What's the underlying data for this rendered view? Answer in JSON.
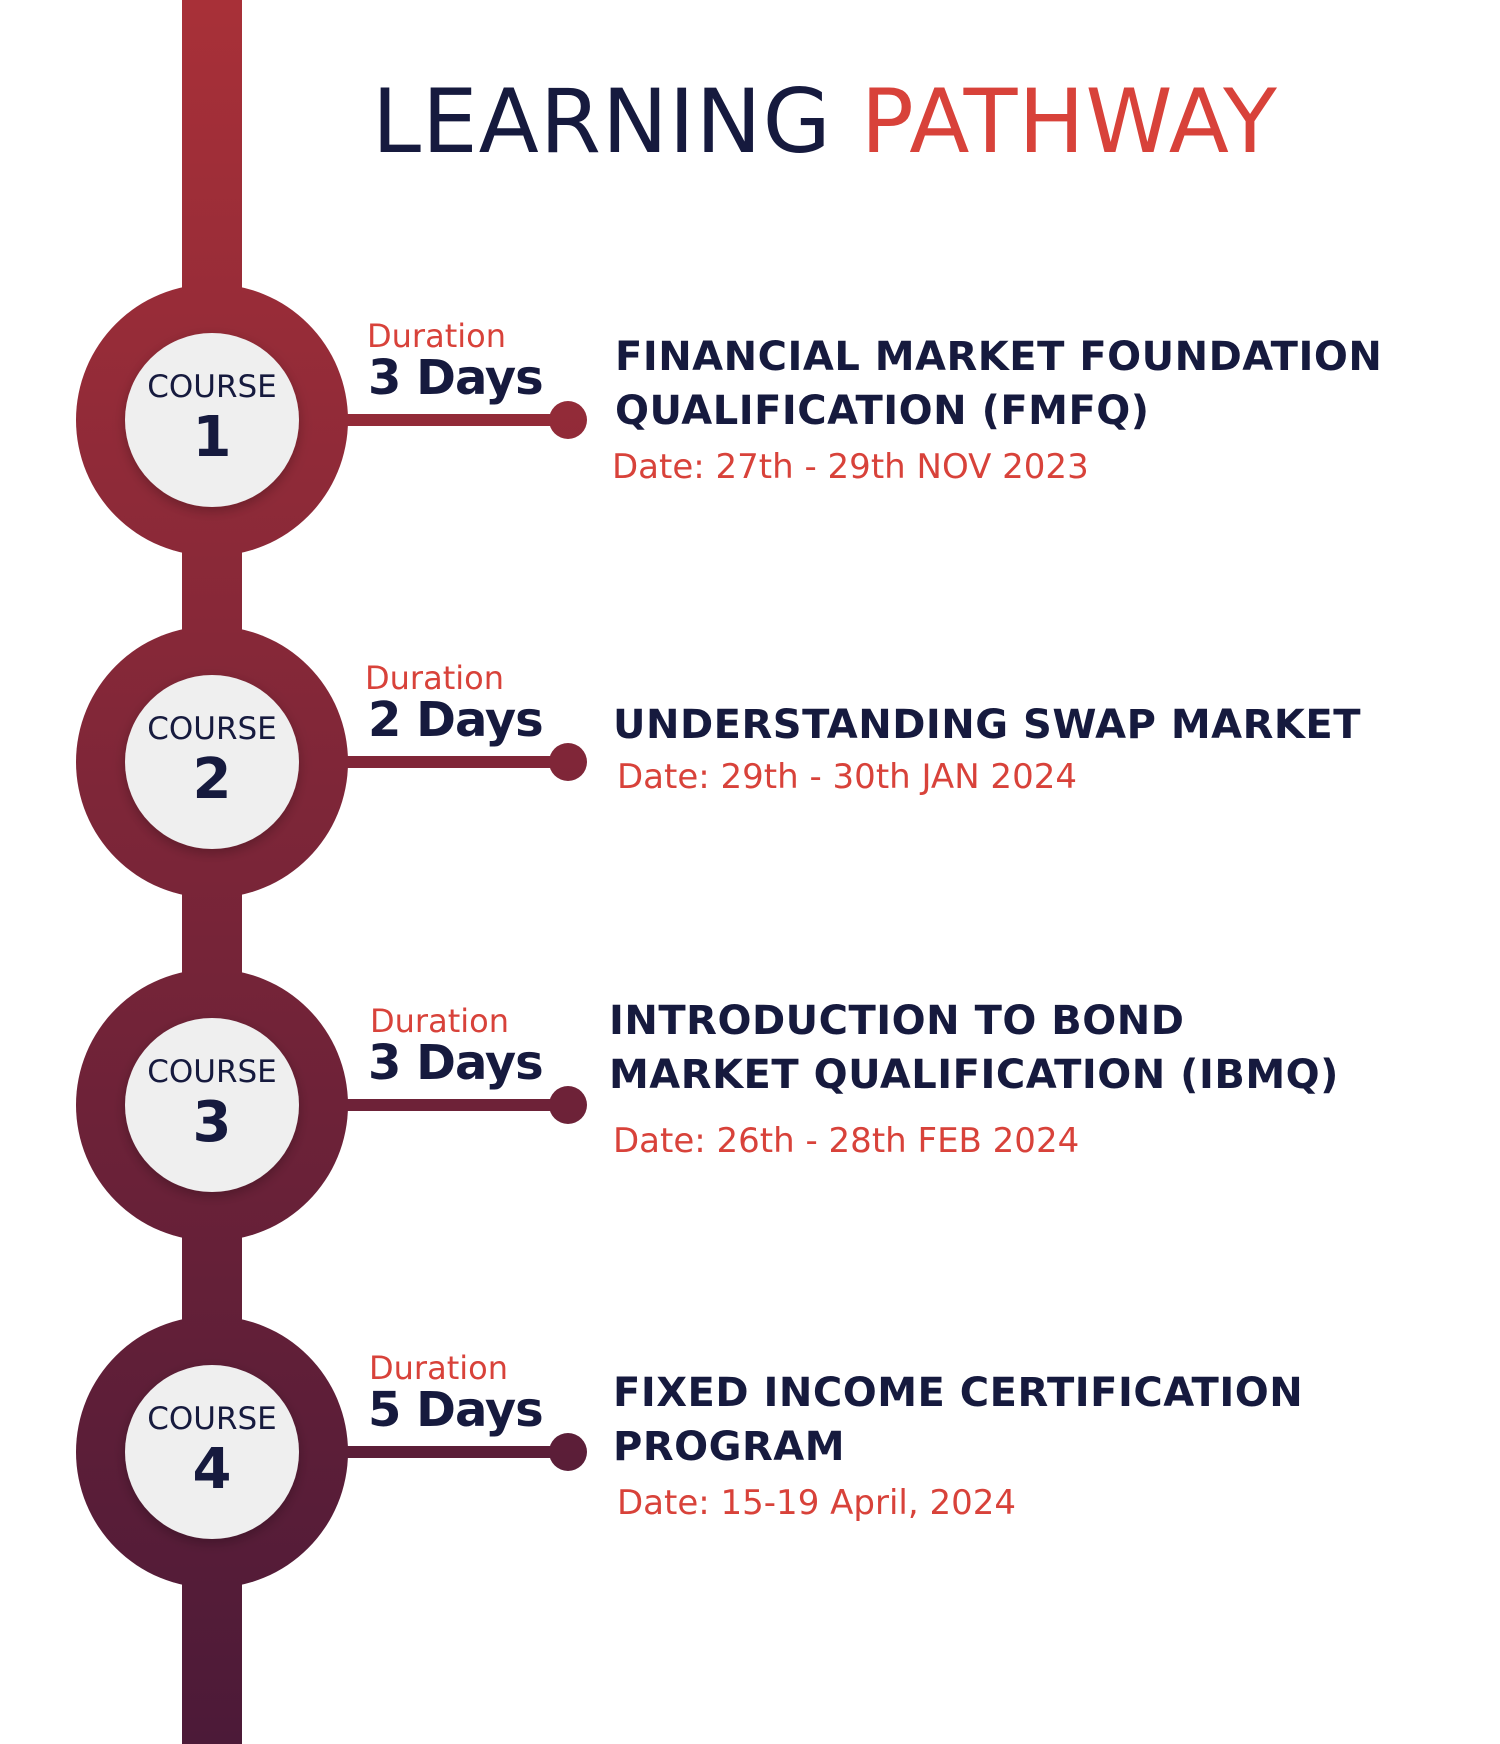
{
  "title": {
    "part1": "LEARNING",
    "part2": "PATHWAY"
  },
  "colors": {
    "navy": "#161a3e",
    "accent_red": "#d8423a",
    "timeline_top": "#a83038",
    "timeline_bottom": "#4c1a38",
    "circle_fill": "#efefef"
  },
  "courses": [
    {
      "label": "COURSE",
      "number": "1",
      "duration_label": "Duration",
      "duration_value": "3 Days",
      "title_lines": [
        "FINANCIAL MARKET FOUNDATION",
        "QUALIFICATION (FMFQ)"
      ],
      "date": "Date: 27th - 29th NOV 2023"
    },
    {
      "label": "COURSE",
      "number": "2",
      "duration_label": "Duration",
      "duration_value": "2 Days",
      "title_lines": [
        "UNDERSTANDING SWAP MARKET"
      ],
      "date": "Date: 29th - 30th JAN 2024"
    },
    {
      "label": "COURSE",
      "number": "3",
      "duration_label": "Duration",
      "duration_value": "3 Days",
      "title_lines": [
        "INTRODUCTION TO BOND",
        "MARKET QUALIFICATION (IBMQ)"
      ],
      "date": "Date: 26th - 28th FEB 2024"
    },
    {
      "label": "COURSE",
      "number": "4",
      "duration_label": "Duration",
      "duration_value": "5 Days",
      "title_lines": [
        "FIXED INCOME CERTIFICATION",
        "PROGRAM"
      ],
      "date": "Date: 15-19 April, 2024"
    }
  ]
}
